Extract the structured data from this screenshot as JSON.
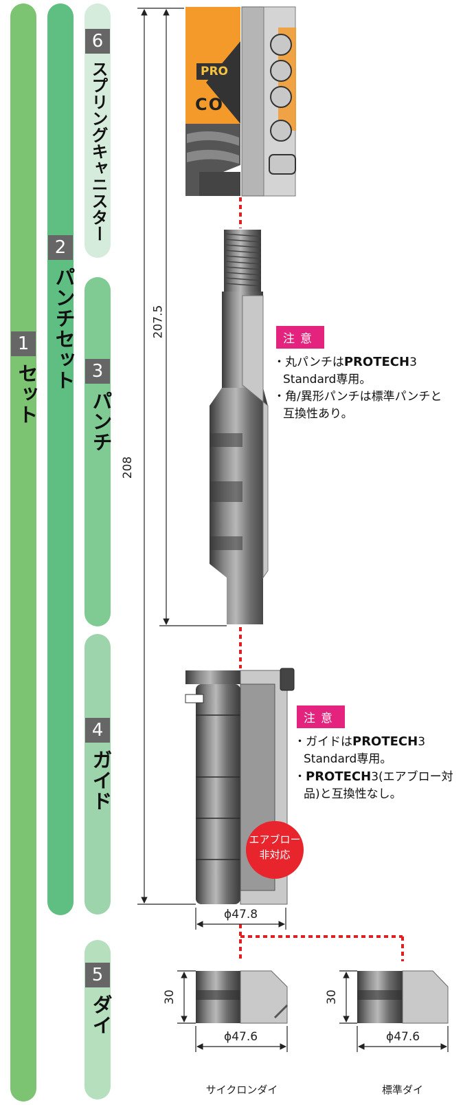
{
  "bars": {
    "set": {
      "num": "1",
      "label": "セット",
      "color": "#7dc472"
    },
    "punch_set": {
      "num": "2",
      "label": "パンチセット",
      "color": "#5fbe82"
    },
    "spring_canister": {
      "num": "6",
      "label": "スプリングキャニスター",
      "color": "#d5ebdb"
    },
    "punch": {
      "num": "3",
      "label": "パンチ",
      "color": "#7fcb93"
    },
    "guide": {
      "num": "4",
      "label": "ガイド",
      "color": "#9dd4ac"
    },
    "die": {
      "num": "5",
      "label": "ダイ",
      "color": "#b5dfbd"
    }
  },
  "dimensions": {
    "total_height": "208",
    "upper_height": "207.5",
    "guide_diameter": "ϕ47.8",
    "cyclone_die_height": "30",
    "cyclone_die_diameter": "ϕ47.6",
    "standard_die_height": "30",
    "standard_die_diameter": "ϕ47.6"
  },
  "canister_brand": {
    "top": "PRO",
    "bottom": "CO"
  },
  "notes": {
    "punch": {
      "badge": "注意",
      "line1_prefix": "・丸パンチは",
      "line1_brand": "PROTECH",
      "line1_suffix": "3",
      "line2": "Standard専用。",
      "line3": "・角/異形パンチは標準パンチと",
      "line4": "互換性あり。"
    },
    "guide": {
      "badge": "注意",
      "line1_prefix": "・ガイドは",
      "line1_brand": "PROTECH",
      "line1_suffix": "3",
      "line2": "Standard専用。",
      "line3_prefix": "・",
      "line3_brand": "PROTECH",
      "line3_suffix": "3(エアブロー対",
      "line4": "品)と互換性なし。"
    }
  },
  "air_blow_badge": {
    "line1": "エアブロー",
    "line2": "非対応",
    "color": "#e8242c"
  },
  "captions": {
    "cyclone_die": "サイクロンダイ",
    "standard_die": "標準ダイ"
  },
  "colors": {
    "dotted_line": "#e02020",
    "canister_orange": "#f39a2b",
    "caution_pink": "#e4237e"
  }
}
